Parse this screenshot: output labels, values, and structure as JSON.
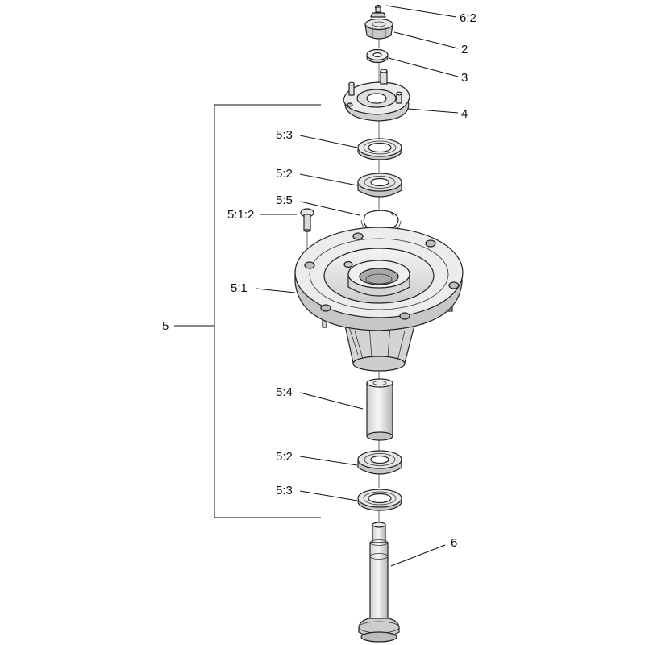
{
  "colors": {
    "line": "#222222",
    "metal_light": "#f2f2f2",
    "metal_mid": "#d9d9d9",
    "metal_dark": "#b8b8b8",
    "background": "#ffffff"
  },
  "labels": {
    "p6_2": "6:2",
    "p2": "2",
    "p3": "3",
    "p4": "4",
    "p5_3_top": "5:3",
    "p5_2_top": "5:2",
    "p5_5": "5:5",
    "p5_1_2": "5:1:2",
    "p5_1": "5:1",
    "p5": "5",
    "p5_4": "5:4",
    "p5_2_bottom": "5:2",
    "p5_3_bottom": "5:3",
    "p6": "6"
  }
}
